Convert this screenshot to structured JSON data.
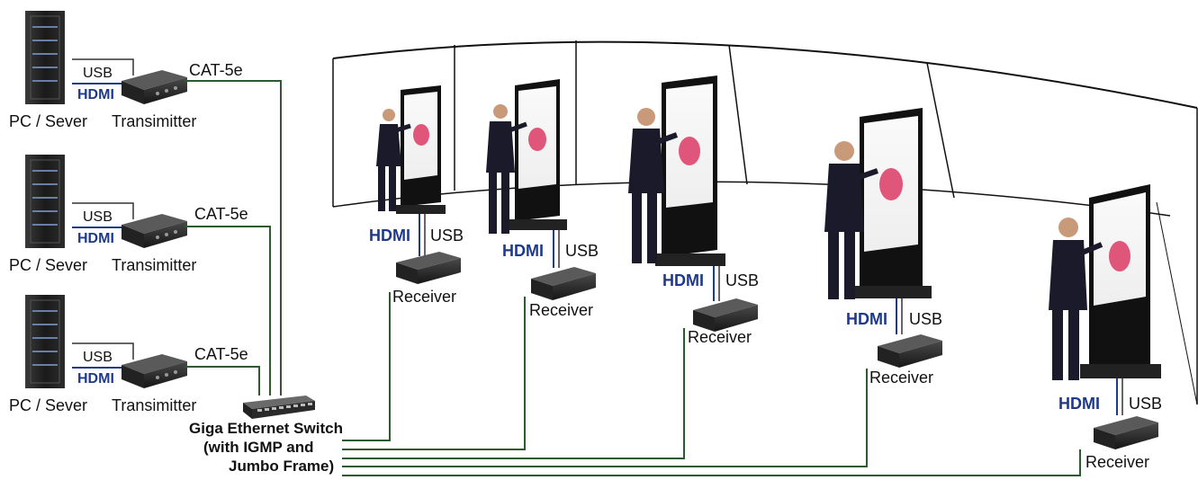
{
  "sources": [
    {
      "computer_label": "PC / Sever",
      "transmitter_label": "Transimitter",
      "usb_label": "USB",
      "hdmi_label": "HDMI",
      "cable_label": "CAT-5e"
    },
    {
      "computer_label": "PC / Sever",
      "transmitter_label": "Transimitter",
      "usb_label": "USB",
      "hdmi_label": "HDMI",
      "cable_label": "CAT-5e"
    },
    {
      "computer_label": "PC / Sever",
      "transmitter_label": "Transimitter",
      "usb_label": "USB",
      "hdmi_label": "HDMI",
      "cable_label": "CAT-5e"
    }
  ],
  "switch": {
    "lines": [
      "Giga Ethernet Switch",
      "(with IGMP and",
      "Jumbo Frame)"
    ]
  },
  "receivers": [
    {
      "hdmi_label": "HDMI",
      "usb_label": "USB",
      "receiver_label": "Receiver"
    },
    {
      "hdmi_label": "HDMI",
      "usb_label": "USB",
      "receiver_label": "Receiver"
    },
    {
      "hdmi_label": "HDMI",
      "usb_label": "USB",
      "receiver_label": "Receiver"
    },
    {
      "hdmi_label": "HDMI",
      "usb_label": "USB",
      "receiver_label": "Receiver"
    },
    {
      "hdmi_label": "HDMI",
      "usb_label": "USB",
      "receiver_label": "Receiver"
    }
  ],
  "colors": {
    "cable": "#2f5a2f",
    "hdmi_text": "#1f3a8a",
    "kiosk_body": "#111111",
    "screen_accent": "#e0557a"
  }
}
